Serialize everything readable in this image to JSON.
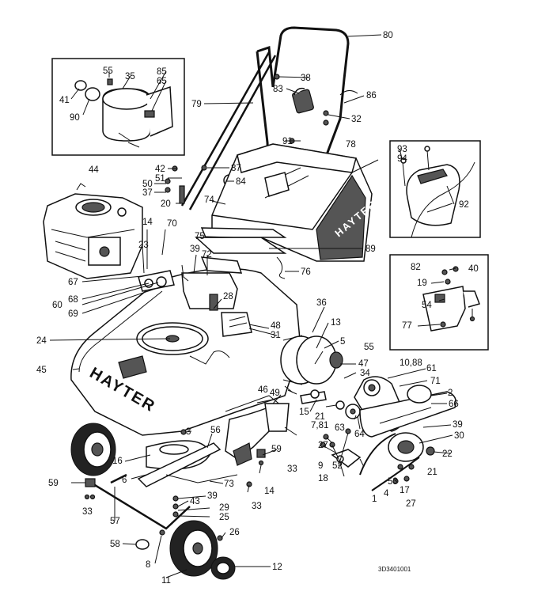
{
  "brand": {
    "deck": "HAYTER",
    "bag": "HAYTER"
  },
  "reference": "3D3401001",
  "labels": [
    "80",
    "55",
    "85",
    "65",
    "35",
    "38",
    "41",
    "83",
    "86",
    "90",
    "79",
    "32",
    "91",
    "78",
    "93",
    "94",
    "44",
    "42",
    "87",
    "51",
    "84",
    "50",
    "37",
    "92",
    "20",
    "74",
    "14",
    "70",
    "75",
    "23",
    "39",
    "72",
    "89",
    "76",
    "82",
    "40",
    "67",
    "19",
    "68",
    "60",
    "28",
    "54",
    "69",
    "77",
    "48",
    "31",
    "36",
    "13",
    "24",
    "55",
    "5",
    "47",
    "45",
    "34",
    "10,88",
    "61",
    "49",
    "71",
    "2",
    "46",
    "15",
    "21",
    "66",
    "7,81",
    "63",
    "64",
    "39",
    "3",
    "56",
    "27",
    "16",
    "30",
    "59",
    "22",
    "9",
    "18",
    "52",
    "33",
    "21",
    "6",
    "73",
    "14",
    "53",
    "17",
    "59",
    "39",
    "43",
    "1",
    "4",
    "27",
    "33",
    "29",
    "25",
    "57",
    "33",
    "26",
    "58",
    "8",
    "11",
    "12"
  ]
}
